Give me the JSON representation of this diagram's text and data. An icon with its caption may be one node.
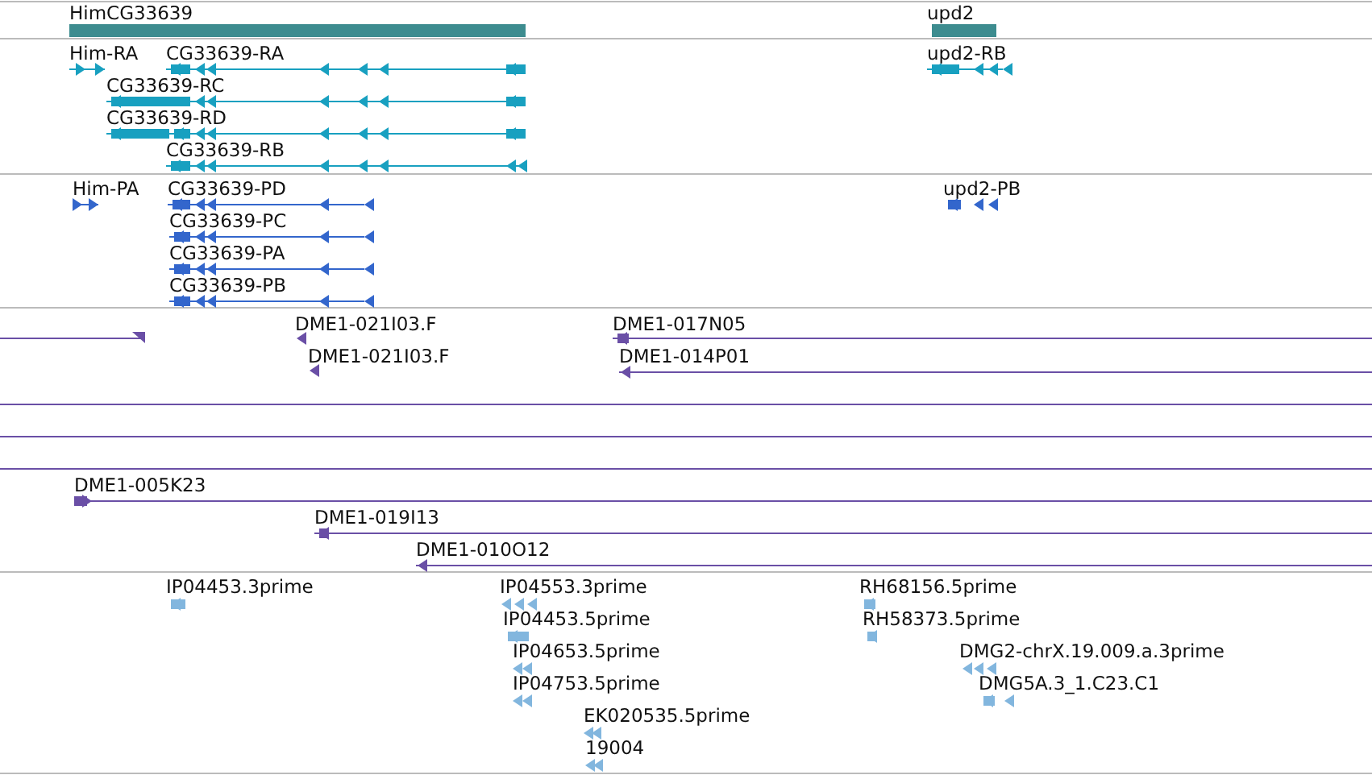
{
  "diagram": {
    "labels": [
      "HimCG33639",
      "upd2",
      "Him-RA",
      "CG33639-RA",
      "upd2-RB",
      "CG33639-RC",
      "CG33639-RD",
      "CG33639-RB",
      "Him-PA",
      "CG33639-PD",
      "upd2-PB",
      "CG33639-PC",
      "CG33639-PA",
      "CG33639-PB",
      "DME1-021I03.F",
      "DME1-017N05",
      "DME1-021I03.F",
      "DME1-014P01",
      "DME1-005K23",
      "DME1-019I13",
      "DME1-010O12",
      "IP04453.3prime",
      "IP04553.3prime",
      "RH68156.5prime",
      "IP04453.5prime",
      "RH58373.5prime",
      "IP04653.5prime",
      "DMG2-chrX.19.009.a.3prime",
      "IP04753.5prime",
      "DMG5A.3_1.C23.C1",
      "EK020535.5prime",
      "19004"
    ]
  }
}
